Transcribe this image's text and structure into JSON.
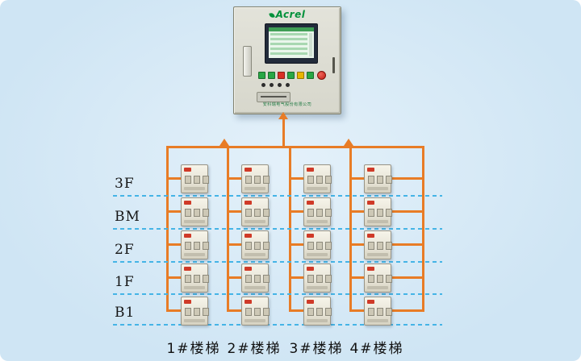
{
  "colors": {
    "background": "#cfe5f4",
    "background_light": "#e4f1fa",
    "orange": "#e87c26",
    "dash_blue": "#45b4e6",
    "brand_green": "#00913a",
    "device_badge": "#cf3a28"
  },
  "cabinet": {
    "brand": "Acrel",
    "footer_text": "安科瑞电气股份有限公司",
    "panel_buttons": [
      "#28a745",
      "#28a745",
      "#d93025",
      "#28a745",
      "#e8b500",
      "#28a745"
    ]
  },
  "floors": [
    "3F",
    "BM",
    "2F",
    "1F",
    "B1"
  ],
  "stairs": [
    "1#楼梯",
    "2#楼梯",
    "3#楼梯",
    "4#楼梯"
  ]
}
